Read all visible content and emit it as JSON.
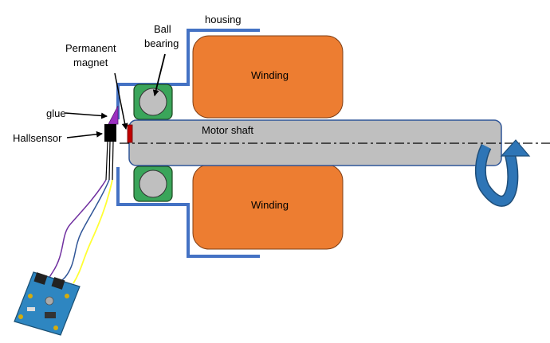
{
  "labels": {
    "housing": "housing",
    "ball_bearing_line1": "Ball",
    "ball_bearing_line2": "bearing",
    "permanent_magnet_line1": "Permanent",
    "permanent_magnet_line2": "magnet",
    "glue": "glue",
    "hallsensor": "Hallsensor",
    "winding_top": "Winding",
    "winding_bottom": "Winding",
    "motor_shaft": "Motor shaft"
  },
  "colors": {
    "housing": "#4472c4",
    "winding": "#ed7d31",
    "winding_border": "#7f3f16",
    "shaft": "#bfbfbf",
    "shaft_border": "#2f5597",
    "bearing_outer": "#3aa55a",
    "bearing_inner": "#bfbfbf",
    "magnet": "#c00000",
    "glue": "#9b30c0",
    "hallsensor": "#000000",
    "rotation_arrow": "#2e75b6",
    "board": "#2e86c1",
    "wire_purple": "#7030a0",
    "wire_blue": "#2f5597",
    "wire_yellow": "#ffff33"
  },
  "icons": {
    "rotation": "rotation-arrow-icon",
    "sensor_board": "hall-sensor-board-icon"
  }
}
